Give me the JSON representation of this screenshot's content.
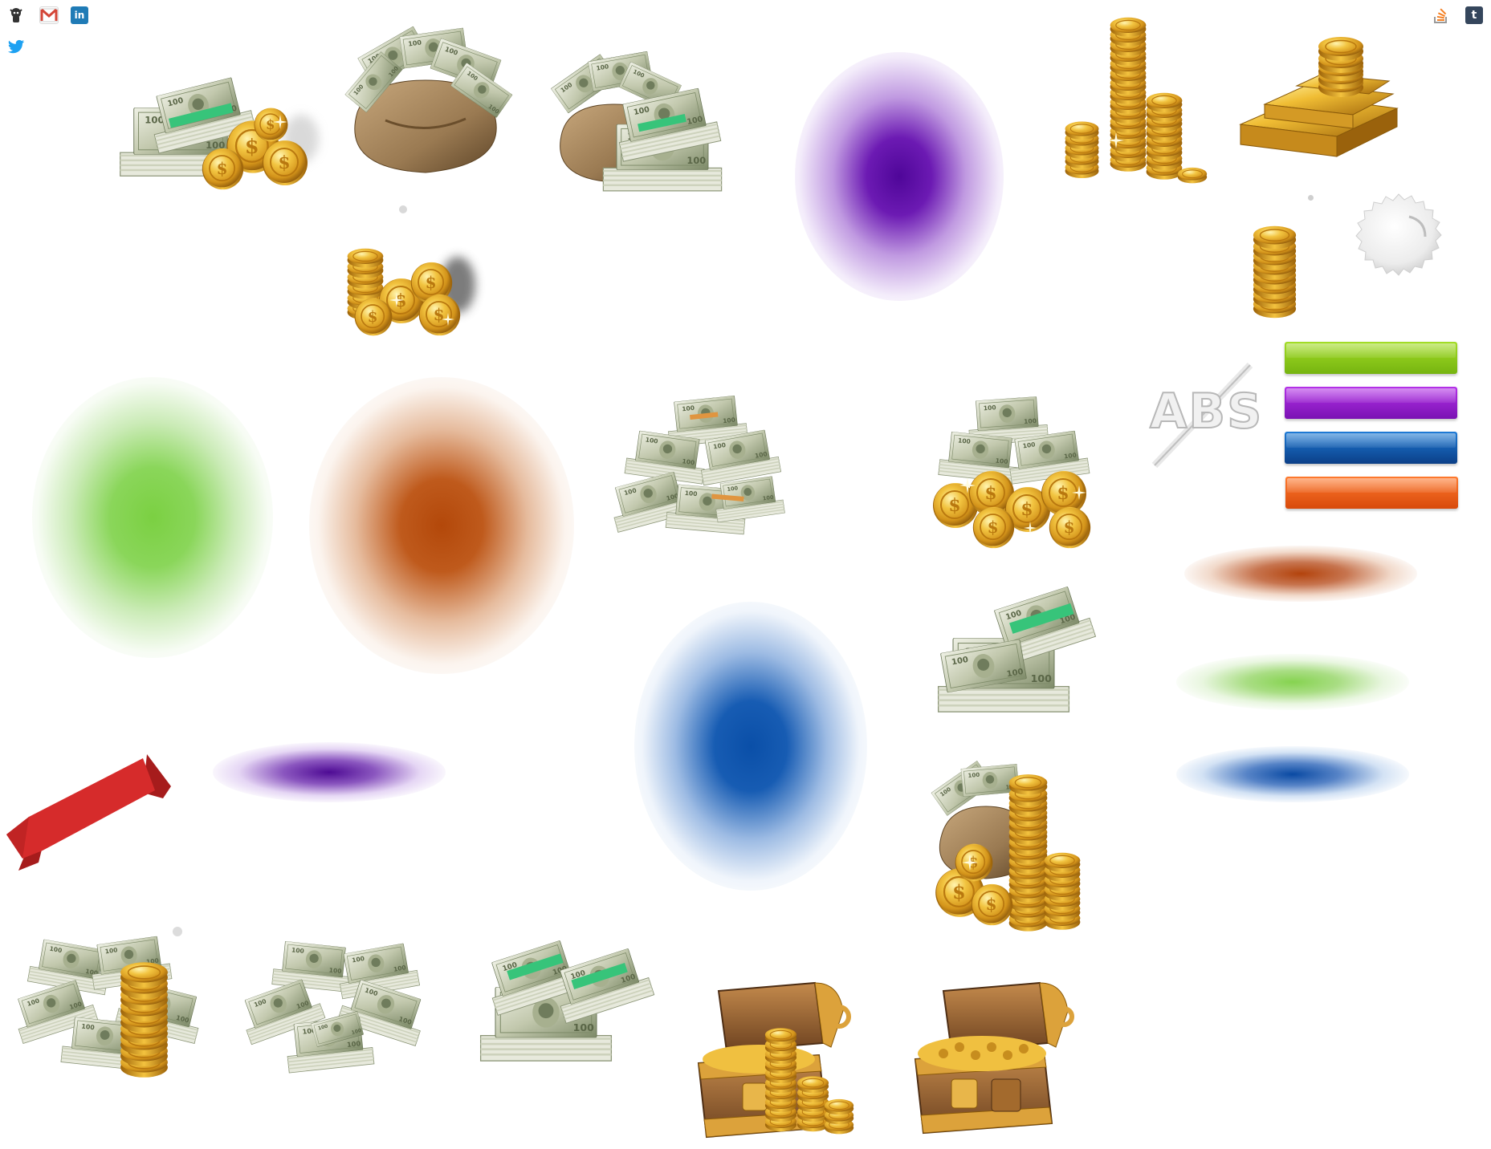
{
  "social_icons": [
    {
      "name": "github",
      "glyph": "🐙"
    },
    {
      "name": "gmail",
      "glyph": "M"
    },
    {
      "name": "linkedin",
      "glyph": "in"
    },
    {
      "name": "twitter",
      "glyph": "🐦"
    },
    {
      "name": "stackoverflow",
      "glyph": "≡"
    },
    {
      "name": "tumblr",
      "glyph": "t"
    }
  ],
  "logo_text": "ABS",
  "colors": {
    "purple": "#5a0aa0",
    "green": "#7fd04a",
    "orange": "#b8480a",
    "blue": "#0a4fa8",
    "red_ribbon": "#d42a2a",
    "gold": "#e0a623",
    "gold_dark": "#a36a0d",
    "cash": "#c8cdb8",
    "cash_dark": "#5c6b4d",
    "sack": "#9c7c56",
    "wood": "#8b5a2b",
    "bar_green": "#80c21a",
    "bar_purple": "#8c1ec6",
    "bar_blue": "#0b4b9a",
    "bar_orange": "#e65412"
  }
}
